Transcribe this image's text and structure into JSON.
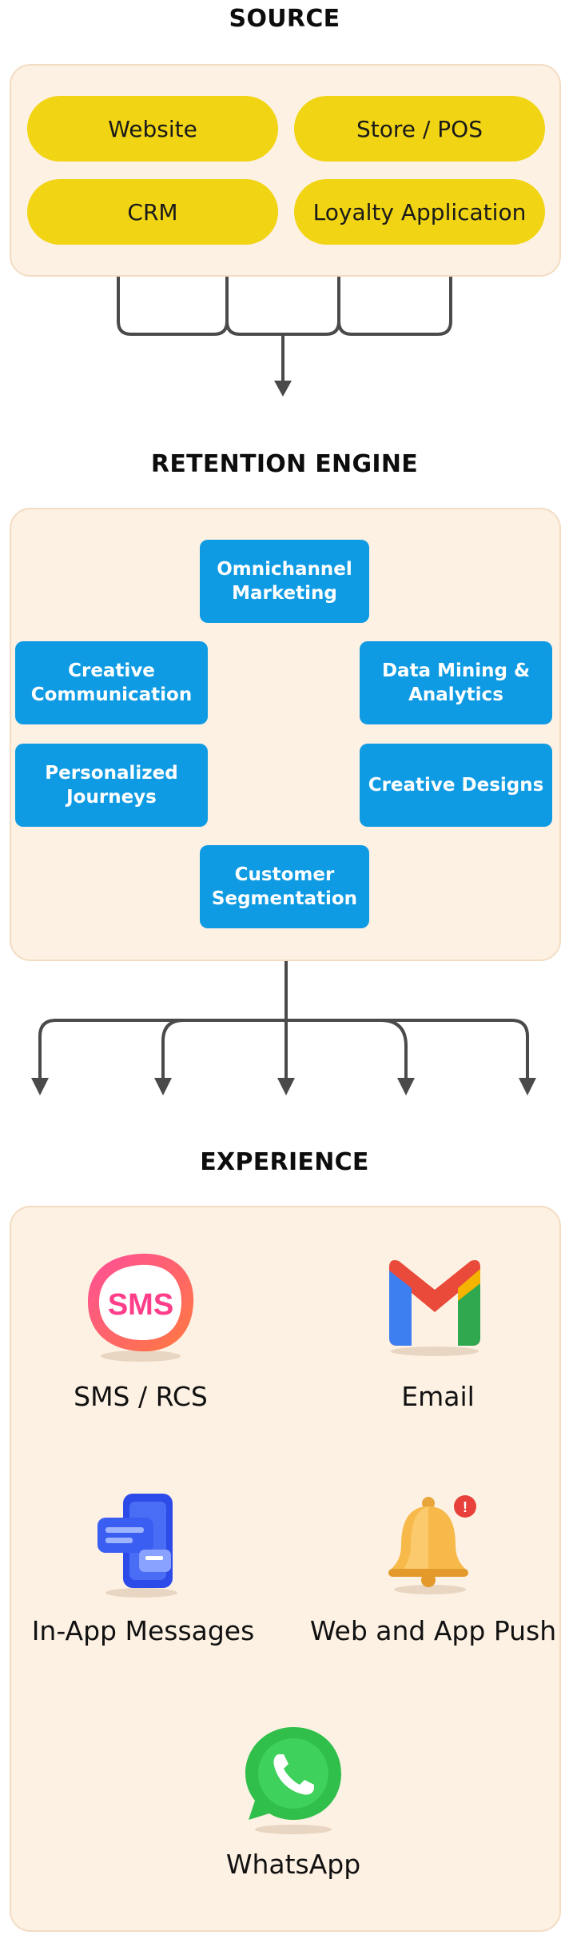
{
  "source": {
    "title": "SOURCE",
    "items": [
      "Website",
      "Store / POS",
      "CRM",
      "Loyalty Application"
    ]
  },
  "engine": {
    "title": "RETENTION ENGINE",
    "boxes": {
      "omnichannel": "Omnichannel Marketing",
      "creative_communication": "Creative Communication",
      "data_mining": "Data Mining & Analytics",
      "personalized_journeys": "Personalized Journeys",
      "creative_designs": "Creative Designs",
      "customer_segmentation": "Customer Segmentation"
    }
  },
  "experience": {
    "title": "EXPERIENCE",
    "channels": [
      {
        "label": "SMS / RCS",
        "icon": "sms-icon"
      },
      {
        "label": "Email",
        "icon": "gmail-icon"
      },
      {
        "label": "In-App Messages",
        "icon": "phone-chat-icon"
      },
      {
        "label": "Web and App Push",
        "icon": "bell-icon"
      },
      {
        "label": "WhatsApp",
        "icon": "whatsapp-icon"
      }
    ]
  },
  "colors": {
    "panel_bg": "#fdf1e3",
    "pill_yellow": "#f1d414",
    "box_blue": "#0f9be3",
    "connector": "#4a4a4a"
  }
}
